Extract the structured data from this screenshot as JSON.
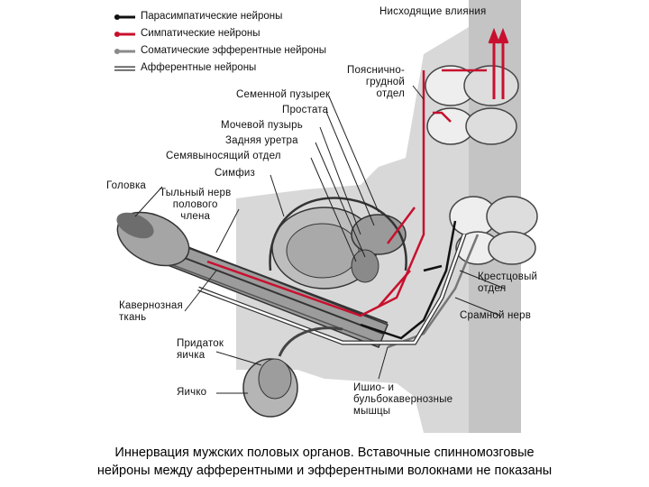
{
  "legend": [
    {
      "label": "Парасимпатические нейроны",
      "color": "#111111",
      "style": "solid"
    },
    {
      "label": "Симпатические нейроны",
      "color": "#c8102e",
      "style": "solid"
    },
    {
      "label": "Соматические эфферентные нейроны",
      "color": "#8a8a8a",
      "style": "solid"
    },
    {
      "label": "Афферентные нейроны",
      "color": "#ffffff",
      "style": "outlined"
    }
  ],
  "labels": {
    "descending": "Нисходящие влияния",
    "lumbar": "Пояснично-\nгрудной\nотдел",
    "seminal_vesicle": "Семенной пузырек",
    "prostate": "Простата",
    "bladder": "Мочевой пузырь",
    "posterior_urethra": "Задняя уретра",
    "vas_deferens": "Семявыносящий отдел",
    "symphysis": "Симфиз",
    "glans": "Головка",
    "dorsal_nerve": "Тыльный нерв\nполового\nчлена",
    "sacral": "Крестцовый\nотдел",
    "pudendal": "Срамной нерв",
    "cavernous": "Кавернозная\nткань",
    "epididymis": "Придаток\nяичка",
    "testis": "Яичко",
    "muscles": "Ишио- и\nбульбокавернозные\nмышцы"
  },
  "caption": "Иннервация мужских половых органов. Вставочные спинномозговые\nнейроны между афферентными и эфферентными волокнами не показаны"
}
